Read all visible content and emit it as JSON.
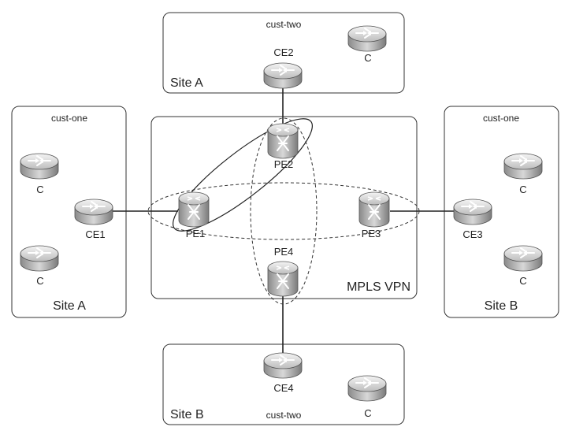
{
  "diagram": {
    "boxes": {
      "top": {
        "site": "Site A",
        "customer": "cust-two"
      },
      "left": {
        "site": "Site A",
        "customer": "cust-one"
      },
      "right": {
        "site": "Site B",
        "customer": "cust-one"
      },
      "bottom": {
        "site": "Site B",
        "customer": "cust-two"
      },
      "core": {
        "name": "MPLS VPN"
      }
    },
    "nodes": {
      "ce2": "CE2",
      "c_top": "C",
      "c_left1": "C",
      "ce1": "CE1",
      "c_left2": "C",
      "c_right1": "C",
      "ce3": "CE3",
      "c_right2": "C",
      "ce4": "CE4",
      "c_bottom": "C",
      "pe1": "PE1",
      "pe2": "PE2",
      "pe3": "PE3",
      "pe4": "PE4"
    },
    "icons": {
      "router": "router-icon",
      "switch_router": "mpls-switch-router-icon"
    },
    "colors": {
      "line": "#222222",
      "router_top": "#e6e6e6",
      "router_side": "#9a9a9a"
    }
  }
}
